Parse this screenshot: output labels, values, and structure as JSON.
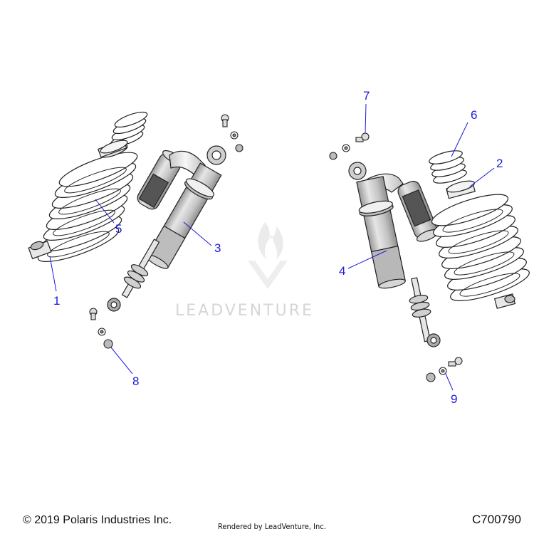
{
  "callouts": [
    {
      "id": "1",
      "label": "1"
    },
    {
      "id": "2",
      "label": "2"
    },
    {
      "id": "3",
      "label": "3"
    },
    {
      "id": "4",
      "label": "4"
    },
    {
      "id": "5",
      "label": "5"
    },
    {
      "id": "6",
      "label": "6"
    },
    {
      "id": "7",
      "label": "7"
    },
    {
      "id": "8",
      "label": "8"
    },
    {
      "id": "9",
      "label": "9"
    }
  ],
  "watermark": {
    "text": "LEADVENTURE"
  },
  "footer": {
    "copyright": "© 2019 Polaris Industries Inc.",
    "rendered_by": "Rendered by LeadVenture, Inc.",
    "diagram_code": "C700790"
  },
  "colors": {
    "callout": "#1a1ad8",
    "line": "#222222",
    "shock_body": "#d4d4d4",
    "shock_dark": "#a8a8a8"
  }
}
